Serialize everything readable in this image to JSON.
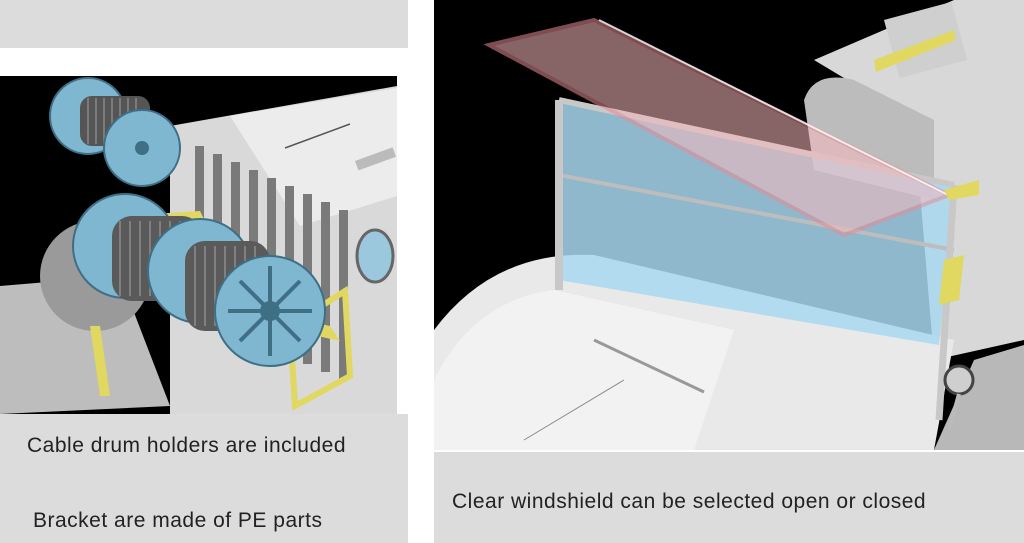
{
  "left_panel": {
    "caption_drum": "Cable drum holders are included",
    "caption_bracket": "Bracket are made of PE parts"
  },
  "right_panel": {
    "caption_windshield": "Clear windshield can be selected open or closed"
  },
  "colors": {
    "panel_bg": "#dcdcdc",
    "render_bg": "#000000",
    "drum_blue": "#7fb6d0",
    "bracket_yellow": "#e0d860",
    "glass_blue": "#a8d8f0",
    "glass_pink": "#f6b8bc",
    "body_grey": "#e6e6e6"
  }
}
